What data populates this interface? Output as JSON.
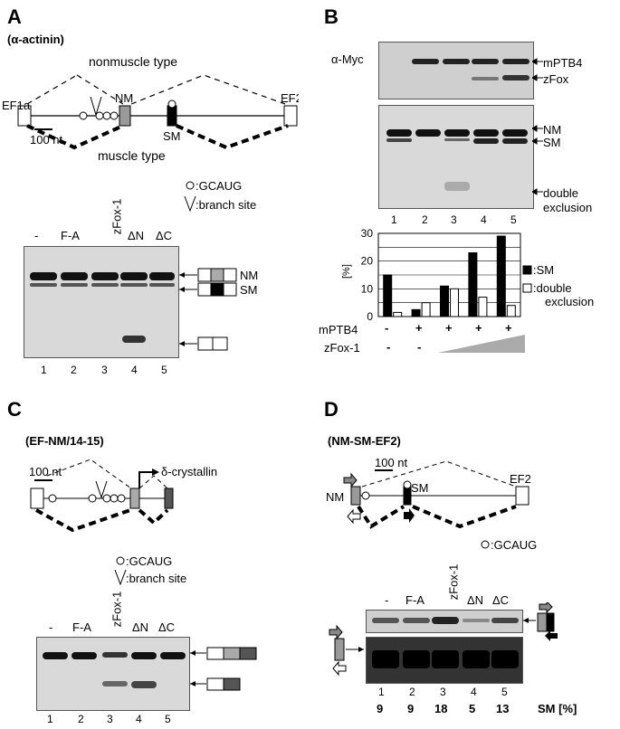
{
  "panels": {
    "A": {
      "letter": "A",
      "subtitle": "(α-actinin)",
      "nonmuscle": "nonmuscle type",
      "muscle": "muscle type",
      "ef1a": "EF1a",
      "nm": "NM",
      "sm": "SM",
      "ef2": "EF2",
      "scale": "100 nt",
      "legend_gcaug": ":GCAUG",
      "legend_branch": ":branch site",
      "lane_labels": [
        "-",
        "F-A",
        "zFox-1",
        "ΔN",
        "ΔC"
      ],
      "lane_numbers": [
        "1",
        "2",
        "3",
        "4",
        "5"
      ],
      "band_nm": "NM",
      "band_sm": "SM"
    },
    "B": {
      "letter": "B",
      "amyc": "α-Myc",
      "mptb4": "mPTB4",
      "zfox": "zFox",
      "nm": "NM",
      "sm": "SM",
      "double_exclusion": "double exclusion",
      "lane_numbers": [
        "1",
        "2",
        "3",
        "4",
        "5"
      ],
      "yaxis_label": "[%]",
      "legend_sm": ":SM",
      "legend_double": ":double exclusion",
      "row_mptb4": "mPTB4",
      "row_zfox": "zFox-1",
      "mptb4_signs": [
        "-",
        "+",
        "+",
        "+",
        "+"
      ],
      "zfox_signs": [
        "-",
        "-"
      ]
    },
    "C": {
      "letter": "C",
      "subtitle": "(EF-NM/14-15)",
      "crystallin": "δ-crystallin",
      "scale": "100 nt",
      "legend_gcaug": ":GCAUG",
      "legend_branch": ":branch site",
      "lane_labels": [
        "-",
        "F-A",
        "zFox-1",
        "ΔN",
        "ΔC"
      ],
      "lane_numbers": [
        "1",
        "2",
        "3",
        "4",
        "5"
      ]
    },
    "D": {
      "letter": "D",
      "subtitle": "(NM-SM-EF2)",
      "scale": "100 nt",
      "nm": "NM",
      "sm": "SM",
      "ef2": "EF2",
      "legend_gcaug": ":GCAUG",
      "lane_labels": [
        "-",
        "F-A",
        "zFox-1",
        "ΔN",
        "ΔC"
      ],
      "lane_numbers": [
        "1",
        "2",
        "3",
        "4",
        "5"
      ],
      "sm_values": [
        "9",
        "9",
        "18",
        "5",
        "13"
      ],
      "sm_label": "SM [%]"
    }
  },
  "chart_data": {
    "type": "bar",
    "categories": [
      "1",
      "2",
      "3",
      "4",
      "5"
    ],
    "series": [
      {
        "name": ":SM",
        "values": [
          15,
          2.5,
          11,
          23,
          29
        ]
      },
      {
        "name": ":double exclusion",
        "values": [
          1.5,
          5,
          10,
          7,
          4
        ]
      }
    ],
    "ylabel": "[%]",
    "ylim": [
      0,
      30
    ],
    "yticks": [
      "0",
      "10",
      "20",
      "30"
    ],
    "colors": {
      ":SM": "#000000",
      ":double exclusion": "#ffffff"
    },
    "grid": true
  }
}
